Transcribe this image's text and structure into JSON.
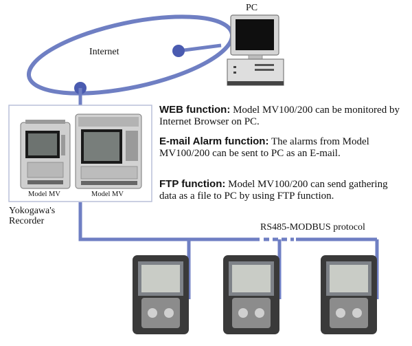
{
  "labels": {
    "pc": "PC",
    "internet": "Internet",
    "model_left": "Model MV",
    "model_right": "Model MV",
    "recorder": "Yokogawa's\nRecorder",
    "protocol": "RS485-MODBUS protocol"
  },
  "functions": [
    {
      "title": "WEB function:",
      "text": " Model MV100/200 can be monitored by Internet Browser on PC."
    },
    {
      "title": "E-mail Alarm function:",
      "text": " The alarms from Model MV100/200 can be sent to PC as an E-mail."
    },
    {
      "title": "FTP function:",
      "text": " Model MV100/200 can send gathering data as a file to PC by using FTP function."
    }
  ],
  "colors": {
    "network": "#6f7fc3",
    "node": "#4a5bb0",
    "box_border": "#b9bfd8"
  },
  "icons": [
    "pc-icon",
    "recorder-icon",
    "controller-icon"
  ]
}
